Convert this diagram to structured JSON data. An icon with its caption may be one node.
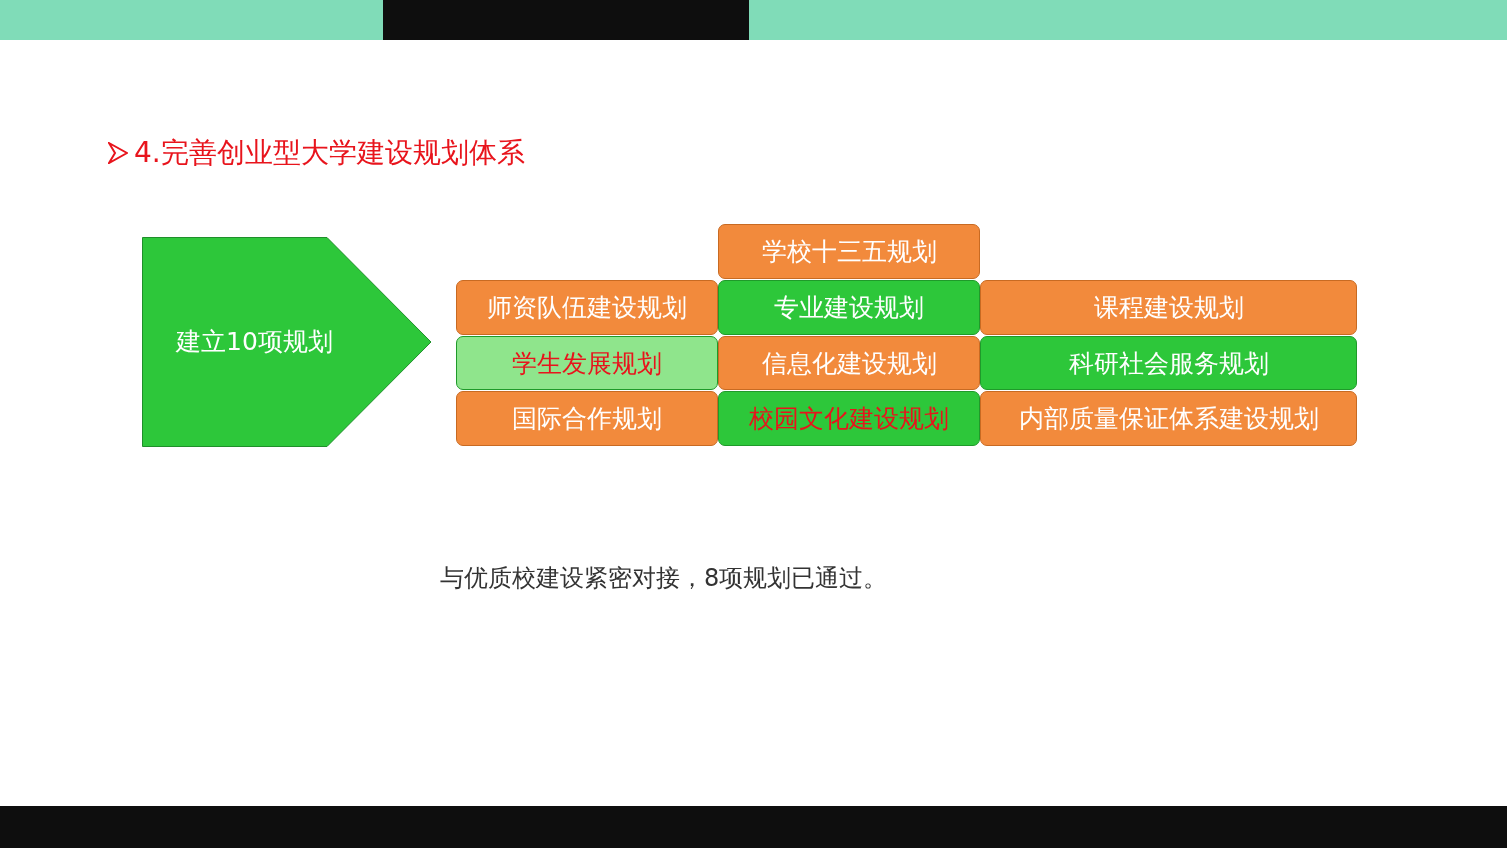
{
  "diagram": {
    "title": "4.完善创业型大学建设规划体系",
    "nodes": [
      {
        "text": [
          "建立10项规划"
        ]
      },
      {
        "text": [
          "学校十三五规划"
        ]
      },
      {
        "text": [
          "师资队伍建设规划"
        ]
      },
      {
        "text": [
          "专业建设规划"
        ]
      },
      {
        "text": [
          "课程建设规划"
        ]
      },
      {
        "text": [
          "学生发展规划"
        ]
      },
      {
        "text": [
          "信息化建设规划"
        ]
      },
      {
        "text": [
          "科研社会服务规划"
        ]
      },
      {
        "text": [
          "国际合作规划"
        ]
      },
      {
        "text": [
          "校园文化建设规划"
        ]
      },
      {
        "text": [
          "内部质量保证体系建设规划"
        ]
      }
    ],
    "labels": [
      "与优质校建设紧密对接，8项规划已通过。"
    ]
  }
}
